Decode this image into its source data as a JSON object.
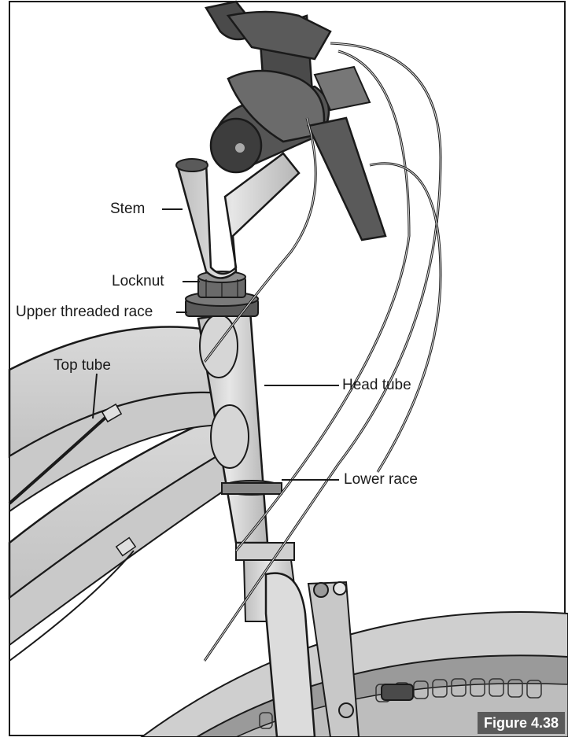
{
  "figure_label": "Figure 4.38",
  "labels": {
    "stem": "Stem",
    "locknut": "Locknut",
    "upper_threaded_race": "Upper threaded race",
    "top_tube": "Top tube",
    "head_tube": "Head tube",
    "lower_race": "Lower race"
  },
  "colors": {
    "frame_fill": "#d4d4d4",
    "dark_part": "#4a4a4a",
    "outline": "#1a1a1a",
    "badge": "#5a5a5a"
  }
}
